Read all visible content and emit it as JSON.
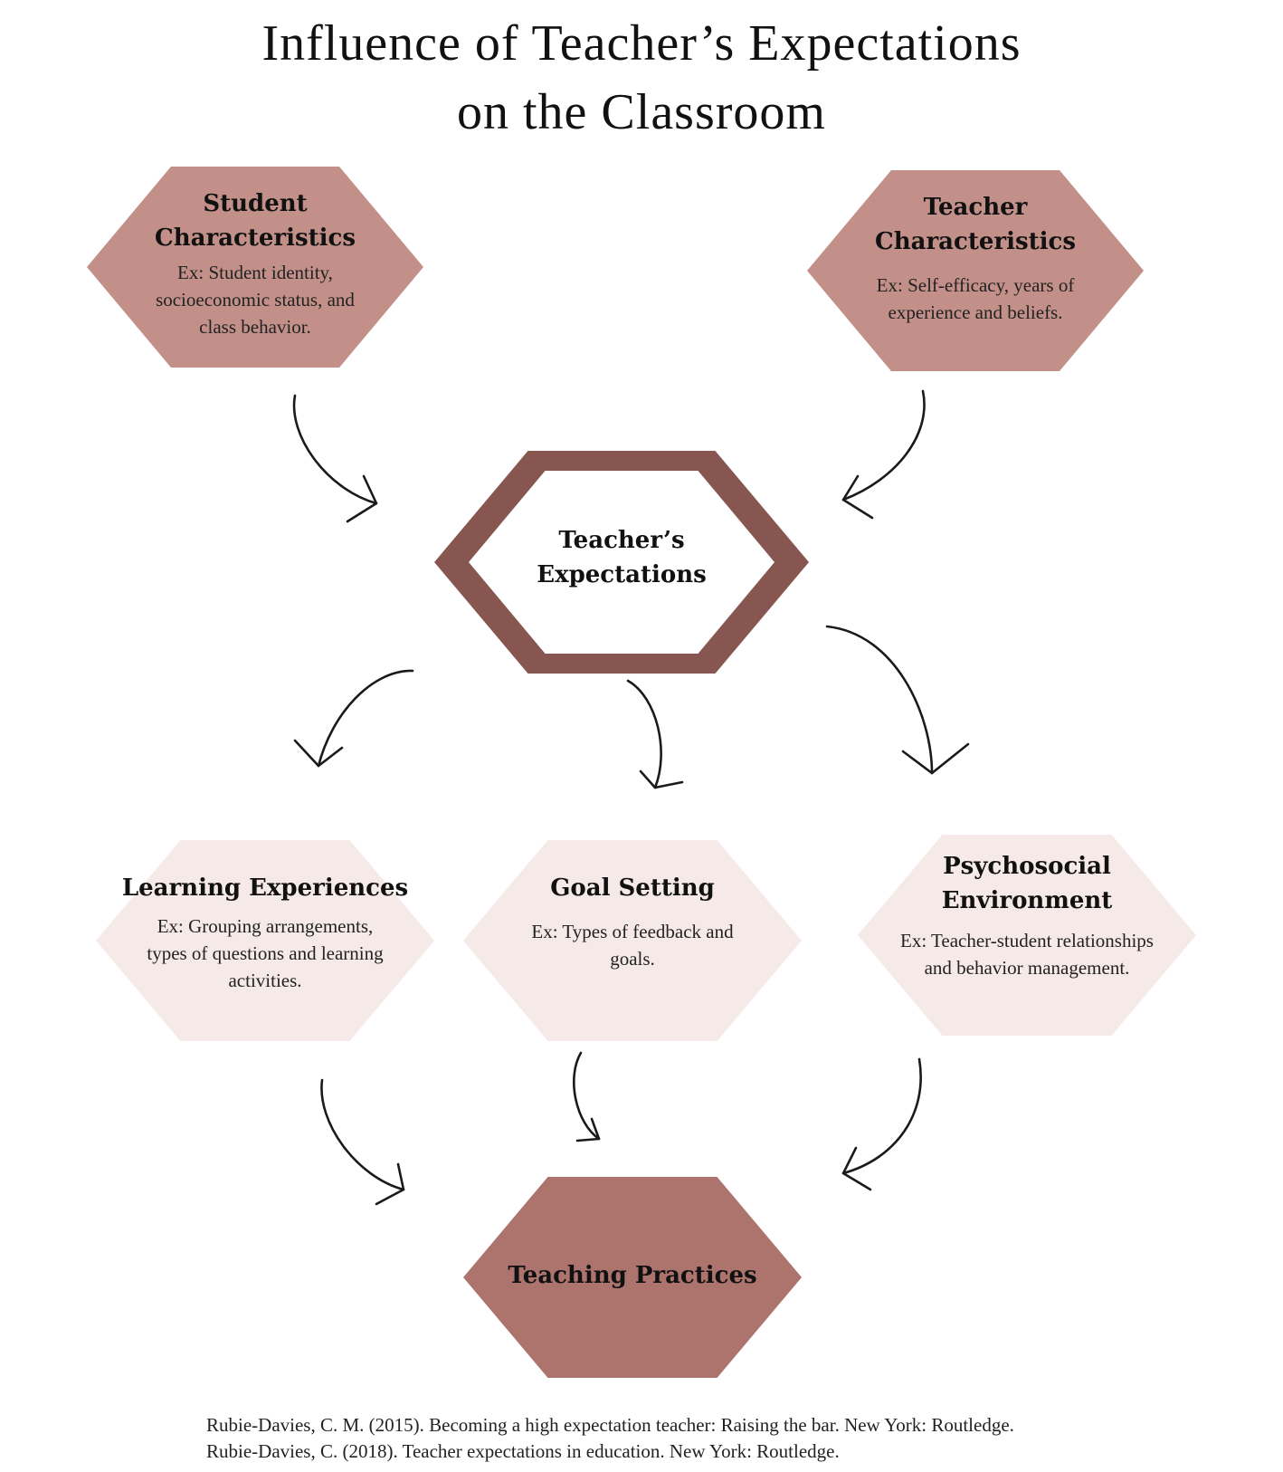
{
  "title": {
    "line1": "Influence of Teacher’s Expectations",
    "line2": "on the Classroom"
  },
  "nodes": {
    "student": {
      "title_line1": "Student",
      "title_line2": "Characteristics",
      "desc_line1": "Ex: Student identity,",
      "desc_line2": "socioeconomic status, and",
      "desc_line3": "class behavior."
    },
    "teacher": {
      "title_line1": "Teacher",
      "title_line2": "Characteristics",
      "desc_line1": "Ex: Self-efficacy, years of",
      "desc_line2": "experience and  beliefs."
    },
    "expectations": {
      "title_line1": "Teacher’s",
      "title_line2": "Expectations"
    },
    "learning": {
      "title": "Learning Experiences",
      "desc_line1": "Ex: Grouping arrangements,",
      "desc_line2": "types of questions and learning",
      "desc_line3": "activities."
    },
    "goal": {
      "title": "Goal Setting",
      "desc_line1": "Ex: Types of feedback and",
      "desc_line2": "goals."
    },
    "psychosocial": {
      "title_line1": "Psychosocial",
      "title_line2": "Environment",
      "desc_line1": "Ex: Teacher-student relationships",
      "desc_line2": "and behavior management."
    },
    "practices": {
      "title": "Teaching Practices"
    }
  },
  "references": [
    "Rubie-Davies, C. M. (2015). Becoming a high expectation teacher: Raising the bar. New York: Routledge.",
    "Rubie-Davies, C. (2018). Teacher expectations in education. New York: Routledge."
  ],
  "colors": {
    "input_hex": "#c29088",
    "center_border": "#875650",
    "outcome_hex": "#f5eae7",
    "final_hex": "#ad736d"
  }
}
